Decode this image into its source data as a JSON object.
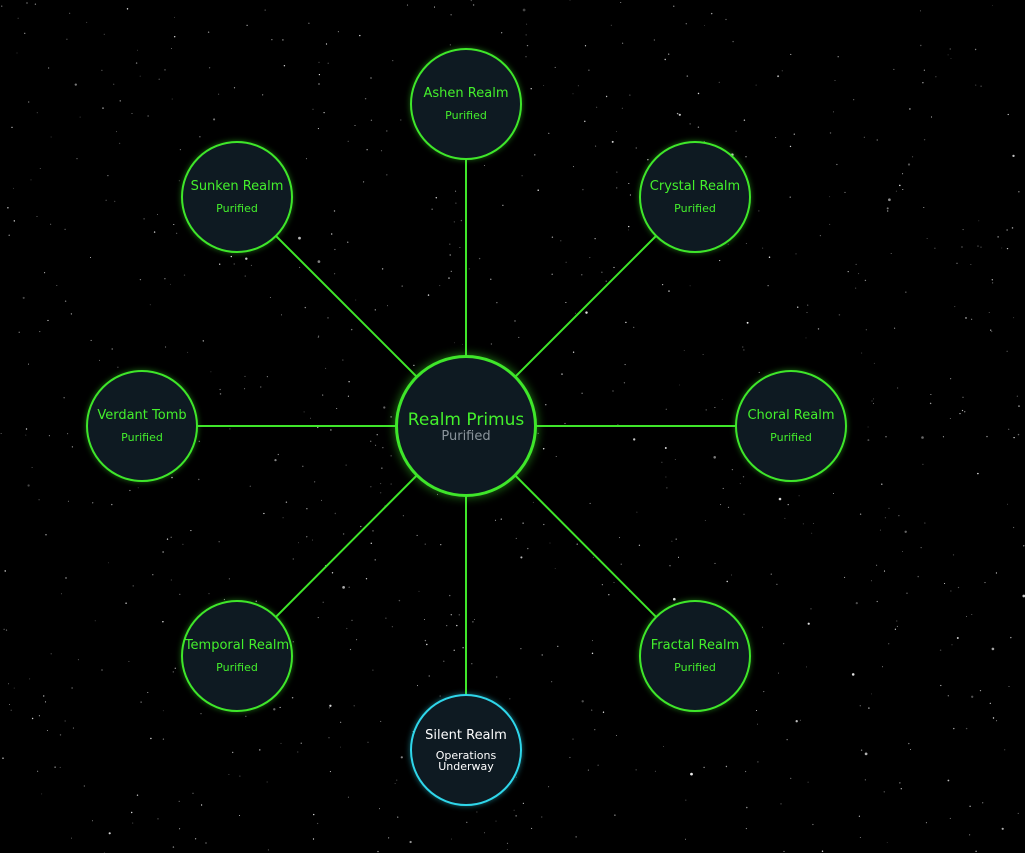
{
  "map": {
    "center": {
      "name": "Realm Primus",
      "status": "Purified"
    },
    "realms": [
      {
        "id": "ashen",
        "name": "Ashen Realm",
        "status": "Purified"
      },
      {
        "id": "crystal",
        "name": "Crystal Realm",
        "status": "Purified"
      },
      {
        "id": "choral",
        "name": "Choral Realm",
        "status": "Purified"
      },
      {
        "id": "fractal",
        "name": "Fractal Realm",
        "status": "Purified"
      },
      {
        "id": "silent",
        "name": "Silent Realm",
        "status": "Operations Underway"
      },
      {
        "id": "temporal",
        "name": "Temporal Realm",
        "status": "Purified"
      },
      {
        "id": "verdant",
        "name": "Verdant Tomb",
        "status": "Purified"
      },
      {
        "id": "sunken",
        "name": "Sunken Realm",
        "status": "Purified"
      }
    ]
  },
  "colors": {
    "background": "#000000",
    "node_fill": "#0e1a22",
    "purified": "#3fe62a",
    "active": "#2fd6ea",
    "center_status": "#8a949b"
  }
}
